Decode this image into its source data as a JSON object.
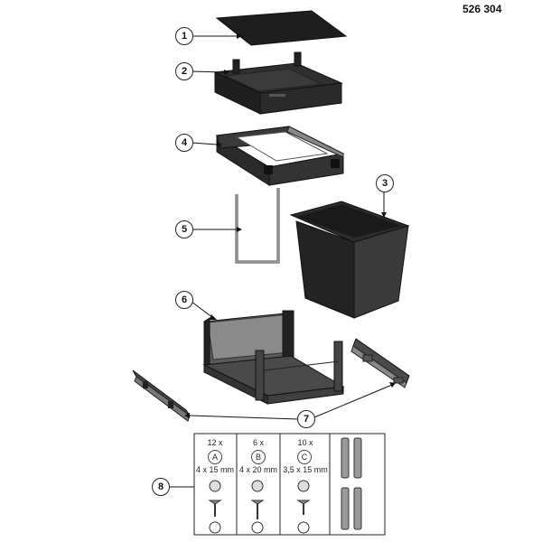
{
  "article_number": "526 304",
  "callouts": [
    "1",
    "2",
    "3",
    "4",
    "5",
    "6",
    "7",
    "8"
  ],
  "hardware": [
    {
      "qty": "12 x",
      "letter": "A",
      "size": "4 x 15 mm"
    },
    {
      "qty": "6 x",
      "letter": "B",
      "size": "4 x 20 mm"
    },
    {
      "qty": "10 x",
      "letter": "C",
      "size": "3,5 x 15 mm"
    }
  ],
  "icons": [
    "screw-icon",
    "torx-head-icon",
    "bracket-icon"
  ]
}
